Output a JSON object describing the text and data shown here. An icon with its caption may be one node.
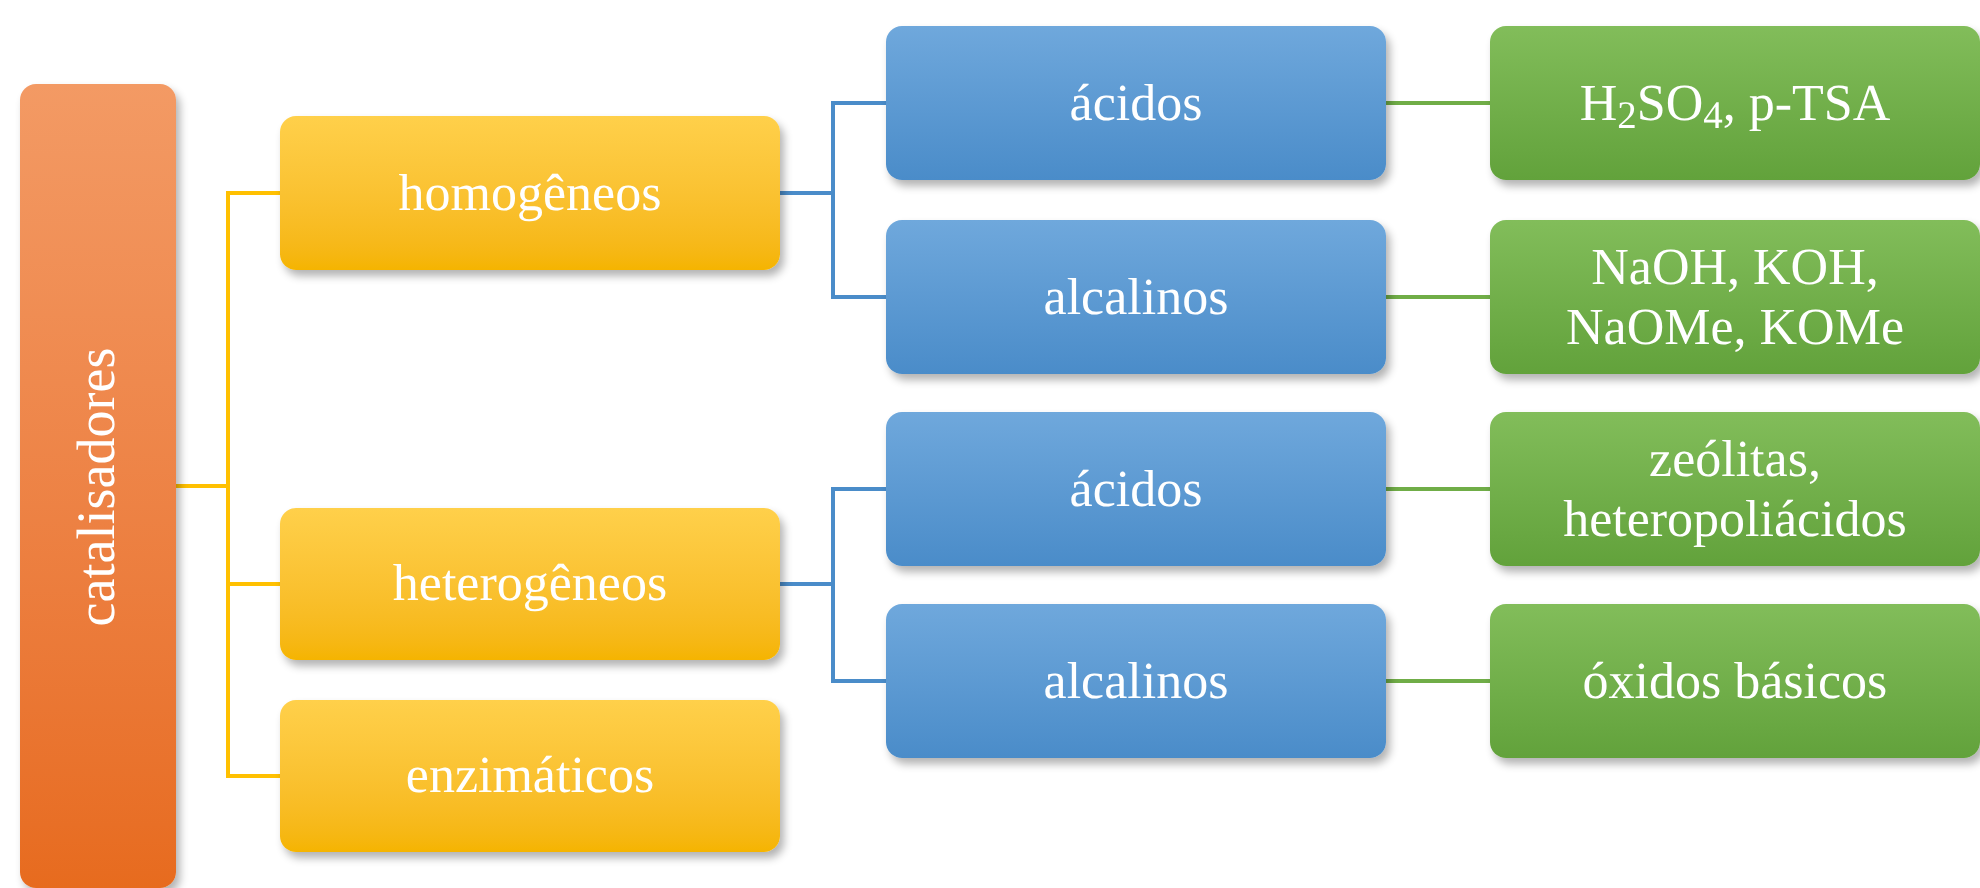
{
  "diagram": {
    "nodes": [
      {
        "text": [
          "catalisadores"
        ]
      },
      {
        "text": [
          "homogêneos"
        ]
      },
      {
        "text": [
          "ácidos"
        ]
      },
      {
        "text": [
          "H$_{2}$SO$_{4}$, p-TSA"
        ]
      },
      {
        "text": [
          "alcalinos"
        ]
      },
      {
        "text": [
          "NaOH, KOH, NaOMe, KOMe"
        ]
      },
      {
        "text": [
          "heterogêneos"
        ]
      },
      {
        "text": [
          "ácidos"
        ]
      },
      {
        "text": [
          "zeólitas, heteropoliácidos"
        ]
      },
      {
        "text": [
          "alcalinos"
        ]
      },
      {
        "text": [
          "óxidos básicos"
        ]
      },
      {
        "text": [
          "enzimáticos"
        ]
      }
    ],
    "edges": [
      {
        "from": 0,
        "to": 1,
        "arrow": "none",
        "color": "#ffc000"
      },
      {
        "from": 0,
        "to": 6,
        "arrow": "none",
        "color": "#ffc000"
      },
      {
        "from": 0,
        "to": 11,
        "arrow": "none",
        "color": "#ffc000"
      },
      {
        "from": 1,
        "to": 2,
        "arrow": "none",
        "color": "#4a8cc9"
      },
      {
        "from": 1,
        "to": 4,
        "arrow": "none",
        "color": "#4a8cc9"
      },
      {
        "from": 6,
        "to": 7,
        "arrow": "none",
        "color": "#4a8cc9"
      },
      {
        "from": 6,
        "to": 9,
        "arrow": "none",
        "color": "#4a8cc9"
      },
      {
        "from": 2,
        "to": 3,
        "arrow": "none",
        "color": "#70ad47"
      },
      {
        "from": 4,
        "to": 5,
        "arrow": "none",
        "color": "#70ad47"
      },
      {
        "from": 7,
        "to": 8,
        "arrow": "none",
        "color": "#70ad47"
      },
      {
        "from": 9,
        "to": 10,
        "arrow": "none",
        "color": "#70ad47"
      }
    ]
  }
}
